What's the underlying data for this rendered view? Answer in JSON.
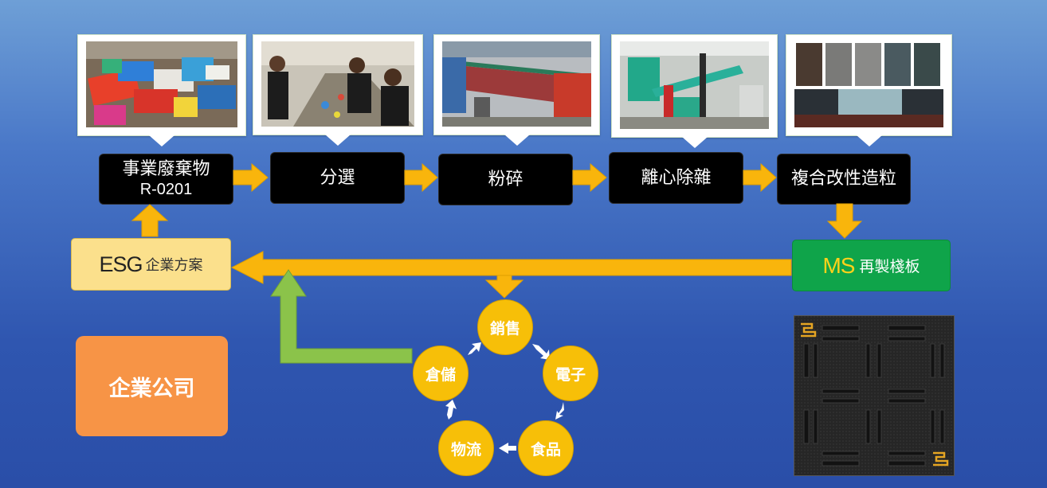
{
  "process_steps": [
    {
      "label": "事業廢棄物",
      "sub": "R-0201"
    },
    {
      "label": "分選",
      "sub": ""
    },
    {
      "label": "粉碎",
      "sub": ""
    },
    {
      "label": "離心除雜",
      "sub": ""
    },
    {
      "label": "複合改性造粒",
      "sub": ""
    }
  ],
  "esg_box": {
    "abbr": "ESG",
    "label": "企業方案"
  },
  "ms_box": {
    "abbr": "MS",
    "label": "再製棧板"
  },
  "company_box": {
    "label": "企業公司"
  },
  "cycle_nodes": [
    "銷售",
    "電子",
    "食品",
    "物流",
    "倉儲"
  ],
  "colors": {
    "arrow": "#f9b50c",
    "return_arrow": "#8bc34a",
    "esg_fill": "#fbe08c",
    "ms_fill": "#0fa44a",
    "ms_abbr": "#ffd21a",
    "company_fill": "#f79446",
    "circle_fill": "#f7bf08",
    "step_fill": "#000000"
  },
  "photos": [
    "plastic-waste-photo",
    "sorting-workers-photo",
    "crusher-machine-photo",
    "centrifuge-machine-photo",
    "plastic-pellets-photo"
  ]
}
